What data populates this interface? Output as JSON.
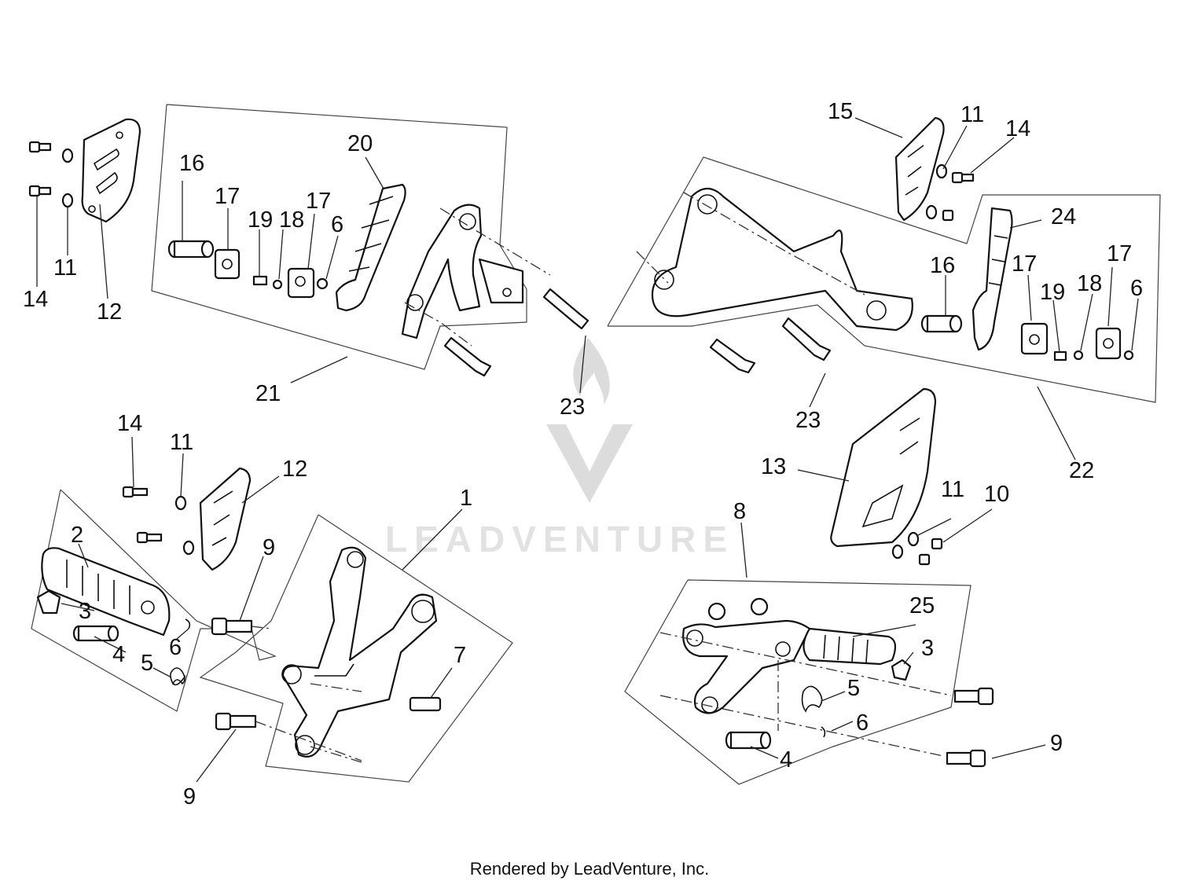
{
  "watermark": {
    "text": "LEADVENTURE"
  },
  "footer": {
    "text": "Rendered by LeadVenture, Inc."
  },
  "callouts": {
    "c_tl_14": "14",
    "c_tl_11": "11",
    "c_tl_12": "12",
    "c_tl_16": "16",
    "c_tl_17a": "17",
    "c_tl_19": "19",
    "c_tl_18": "18",
    "c_tl_17b": "17",
    "c_tl_6": "6",
    "c_tl_20": "20",
    "c_tl_21": "21",
    "c_tl_23": "23",
    "c_tr_15": "15",
    "c_tr_11": "11",
    "c_tr_14": "14",
    "c_tr_24": "24",
    "c_tr_16": "16",
    "c_tr_17a": "17",
    "c_tr_17b": "17",
    "c_tr_19": "19",
    "c_tr_18": "18",
    "c_tr_6": "6",
    "c_tr_23": "23",
    "c_tr_22": "22",
    "c_bl_14": "14",
    "c_bl_11": "11",
    "c_bl_12": "12",
    "c_bl_1": "1",
    "c_bl_2": "2",
    "c_bl_9a": "9",
    "c_bl_3": "3",
    "c_bl_6": "6",
    "c_bl_4": "4",
    "c_bl_5": "5",
    "c_bl_7": "7",
    "c_bl_9b": "9",
    "c_br_13": "13",
    "c_br_11": "11",
    "c_br_10": "10",
    "c_br_8": "8",
    "c_br_25": "25",
    "c_br_3": "3",
    "c_br_5": "5",
    "c_br_6": "6",
    "c_br_4": "4",
    "c_br_9": "9"
  }
}
